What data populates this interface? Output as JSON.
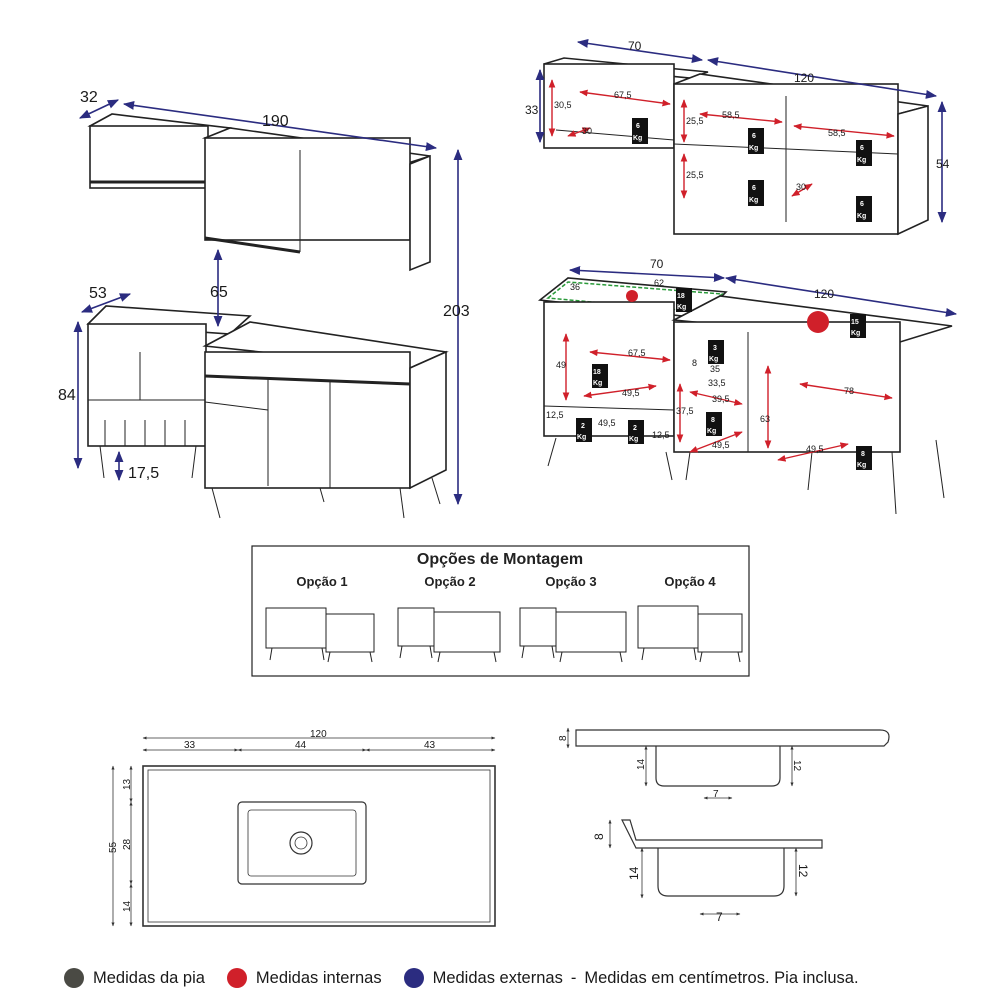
{
  "colors": {
    "external": "#2b2c80",
    "internal": "#d0202a",
    "sink": "#4a4a44",
    "outline": "#222222"
  },
  "ext_dims": {
    "upper_depth": "32",
    "upper_width": "190",
    "total_height": "203",
    "gap": "65",
    "lower_depth": "53",
    "lower_height": "84",
    "leg_height": "17,5"
  },
  "shelves": {
    "w70": "70",
    "w120": "120",
    "h33": "33",
    "h54": "54",
    "i30_5": "30,5",
    "i67_5": "67,5",
    "i30": "30",
    "i58_5a": "58,5",
    "i58_5b": "58,5",
    "i25_5a": "25,5",
    "i25_5b": "25,5",
    "i30b": "30",
    "kg1": "6",
    "kg2": "6",
    "kg3": "6",
    "kg4": "6",
    "kg5": "6",
    "kg_unit": "Kg"
  },
  "lower_int": {
    "w70": "70",
    "w120": "120",
    "i36": "36",
    "i62": "62",
    "i49": "49",
    "i67_5": "67,5",
    "i49_5a": "49,5",
    "i12_5a": "12,5",
    "i49_5b": "49,5",
    "i12_5b": "12,5",
    "i8": "8",
    "i35": "35",
    "i33_5": "33,5",
    "i39_5": "39,5",
    "i37_5": "37,5",
    "i49_5c": "49,5",
    "i63": "63",
    "i78": "78",
    "i49_5d": "49,5",
    "kg18a": "18",
    "kg18b": "18",
    "kg15": "15",
    "kg3": "3",
    "kg2a": "2",
    "kg2b": "2",
    "kg8a": "8",
    "kg8b": "8",
    "kg_unit": "Kg"
  },
  "options": {
    "title": "Opções de Montagem",
    "o1": "Opção 1",
    "o2": "Opção 2",
    "o3": "Opção 3",
    "o4": "Opção 4"
  },
  "sink": {
    "top_total": "120",
    "d33": "33",
    "d44": "44",
    "d43": "43",
    "h13": "13",
    "h55": "55",
    "h28": "28",
    "h14": "14",
    "s1_8": "8",
    "s1_14": "14",
    "s1_12": "12",
    "s1_7": "7",
    "s2_8": "8",
    "s2_14": "14",
    "s2_12": "12",
    "s2_7": "7"
  },
  "legend": {
    "sink": "Medidas da pia",
    "internal": "Medidas internas",
    "external": "Medidas externas",
    "dash": "-",
    "note": "Medidas em centímetros. Pia inclusa."
  }
}
